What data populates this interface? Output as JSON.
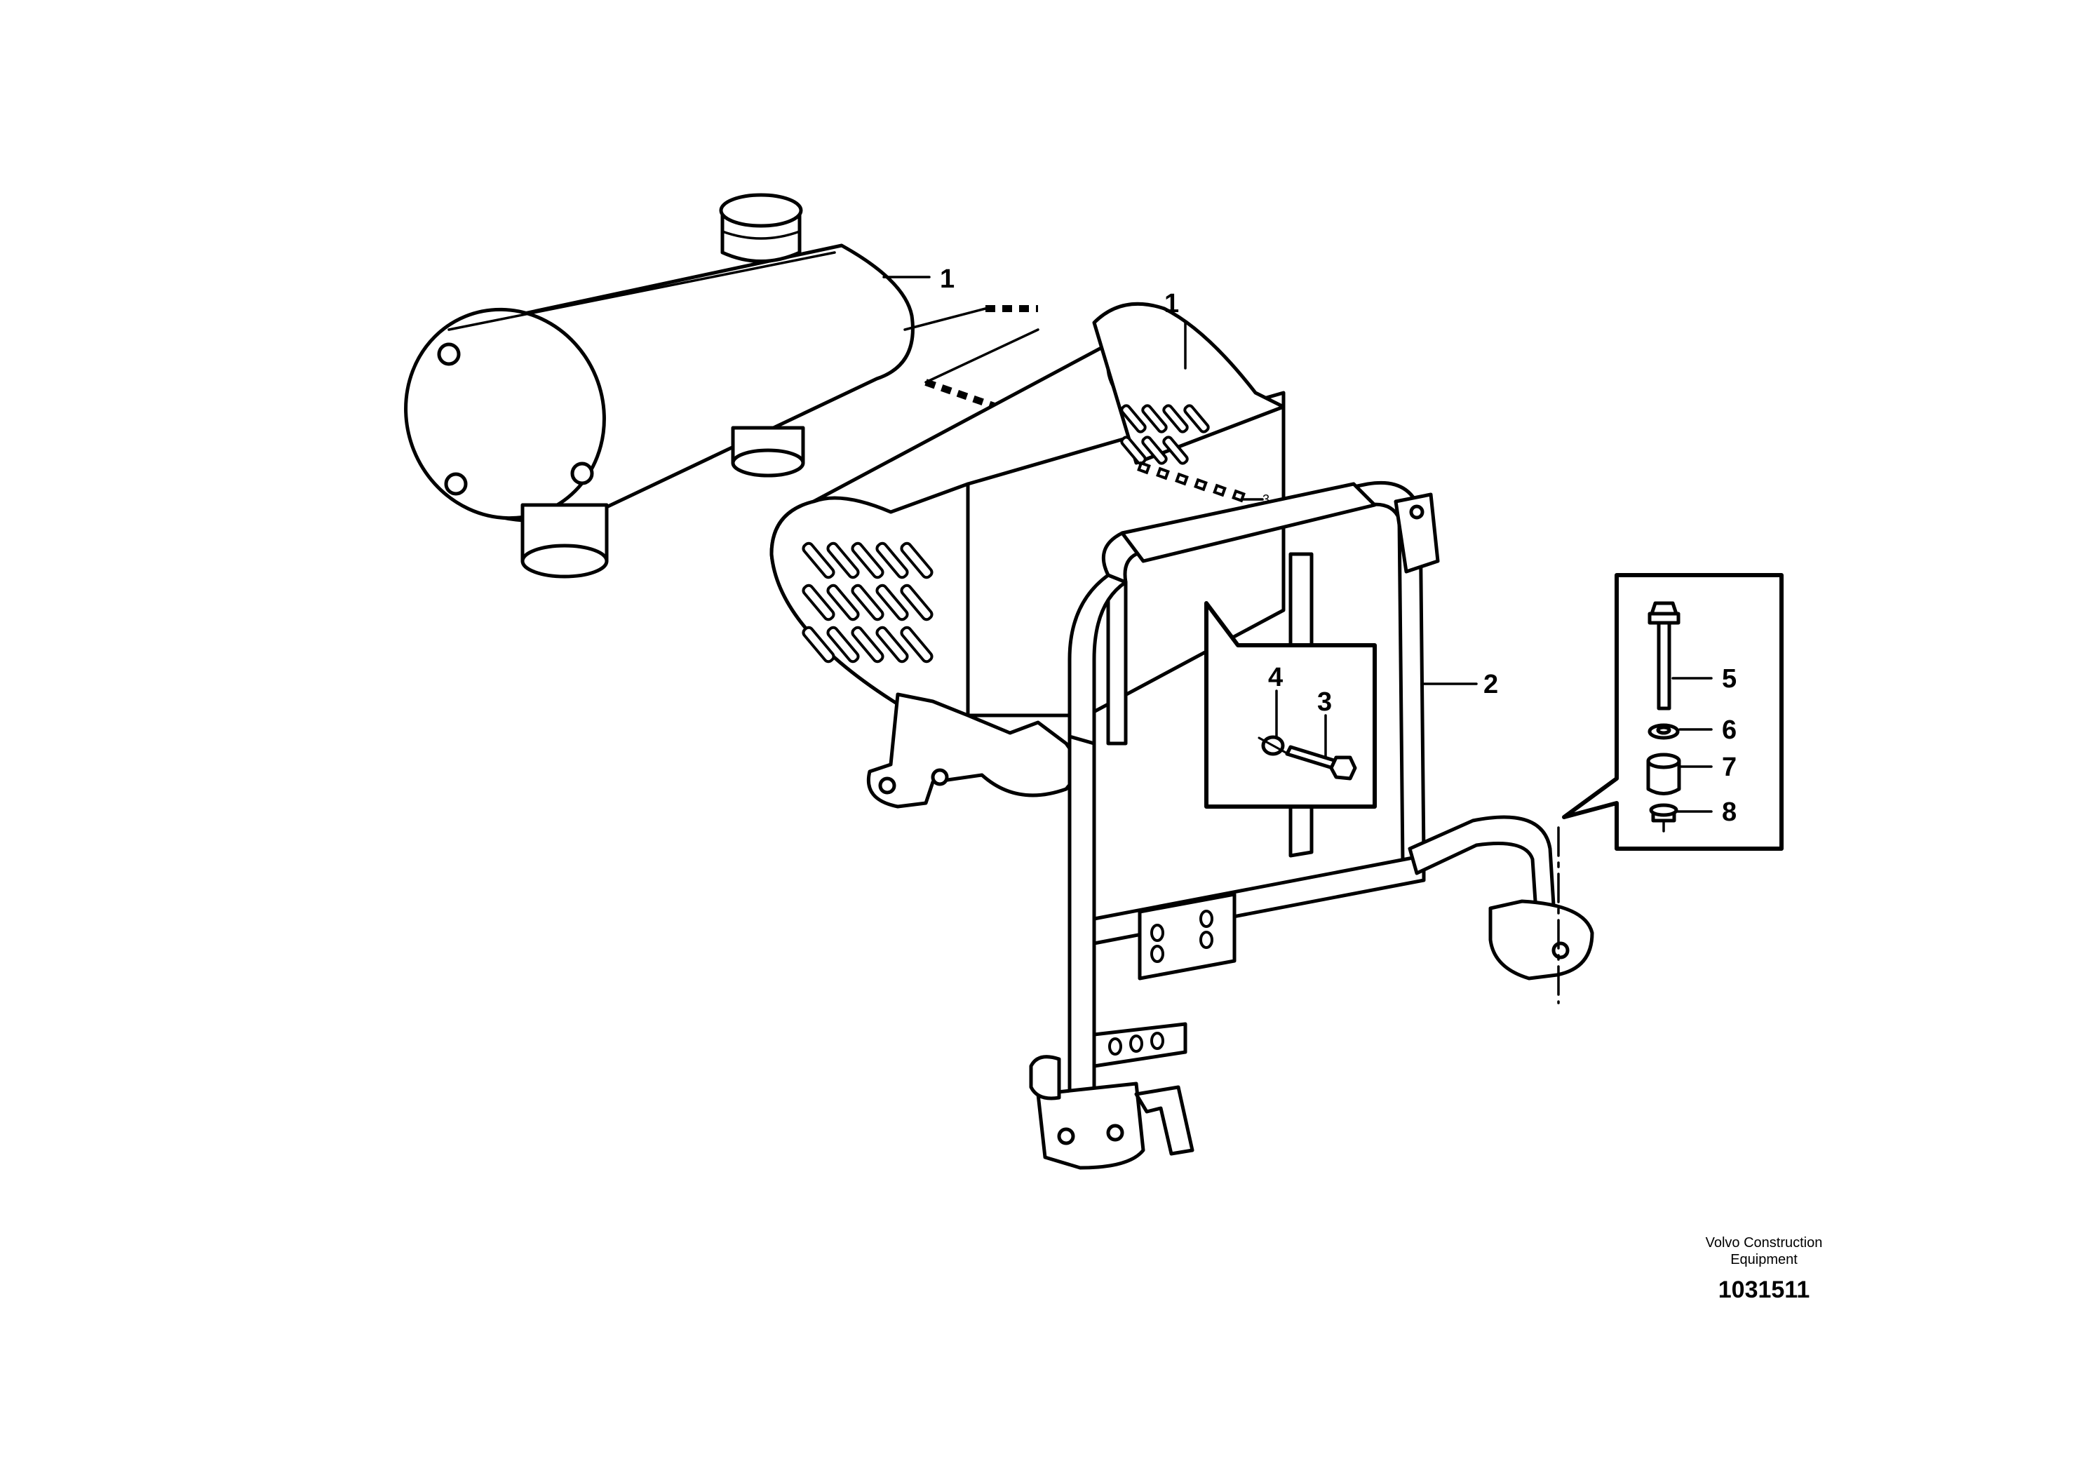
{
  "callouts": {
    "c1a": "1",
    "c1b": "1",
    "c2": "2",
    "c3": "3",
    "c4": "4",
    "c5": "5",
    "c6": "6",
    "c7": "7",
    "c8": "8",
    "c3_small": "3"
  },
  "brand": {
    "line1": "Volvo Construction",
    "line2": "Equipment"
  },
  "drawing_number": "1031511",
  "colors": {
    "ink": "#000000",
    "paper": "#ffffff"
  }
}
